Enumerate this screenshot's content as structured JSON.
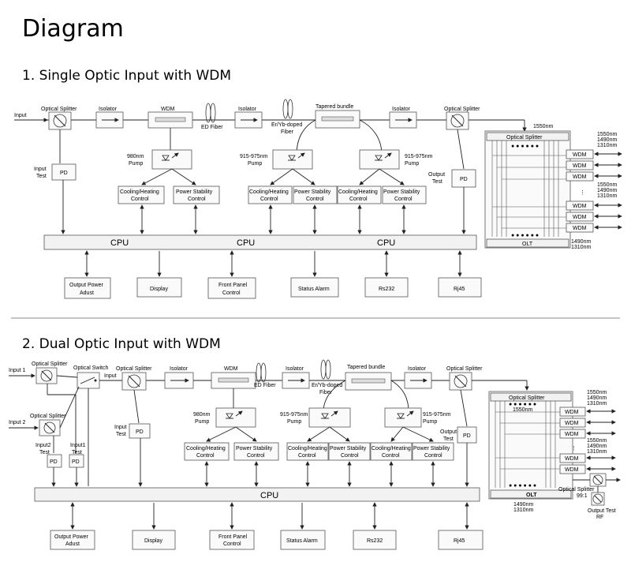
{
  "page_title": "Diagram",
  "section1": {
    "title": "1. Single Optic Input with WDM",
    "input": "Input",
    "input_test": [
      "Input",
      "Test"
    ],
    "optical_splitter": "Optical Splitter",
    "isolator": "Isolator",
    "wdm": "WDM",
    "ed_fiber": "ED Fiber",
    "er_yb_fiber": [
      "Er/Yb-doped",
      "Fiber"
    ],
    "tapered_bundle": "Tapered bundle",
    "pump_980": [
      "980nm",
      "Pump"
    ],
    "pump_915": [
      "915-975nm",
      "Pump"
    ],
    "pd": "PD",
    "cooling": [
      "Cooling/Heating",
      "Control"
    ],
    "power_stability": [
      "Power Stability",
      "Control"
    ],
    "output_test": [
      "Output",
      "Test"
    ],
    "cpu": "CPU",
    "bottom": [
      [
        "Output Power",
        "Adust"
      ],
      [
        "Display"
      ],
      [
        "Front Panel",
        "Control"
      ],
      [
        "Status Alarm"
      ],
      [
        "Rs232"
      ],
      [
        "Rj45"
      ]
    ],
    "olt_panel": {
      "wl_1550": "1550nm",
      "splitter": "Optical Splitter",
      "wdm": "WDM",
      "group_wl": [
        "1550nm",
        "1490nm",
        "1310nm"
      ],
      "olt": "OLT",
      "olt_wl": [
        "1490nm",
        "1310nm"
      ]
    }
  },
  "section2": {
    "title": "2. Dual Optic Input with WDM",
    "input1": "Input 1",
    "input2": "Input 2",
    "input": "Input",
    "optical_switch": "Optical Switch",
    "input1_test": [
      "Input1",
      "Test"
    ],
    "input2_test": [
      "Input2",
      "Test"
    ],
    "input_test": [
      "Input",
      "Test"
    ],
    "optical_splitter": "Optical Splitter",
    "isolator": "Isolator",
    "wdm": "WDM",
    "ed_fiber": "ED Fiber",
    "er_yb_fiber": [
      "Er/Yb-doped",
      "Fiber"
    ],
    "tapered_bundle": "Tapered bundle",
    "pump_980": [
      "980nm",
      "Pump"
    ],
    "pump_915": [
      "915-975nm",
      "Pump"
    ],
    "pd": "PD",
    "cooling": [
      "Cooling/Heating",
      "Control"
    ],
    "power_stability": [
      "Power Stability",
      "Control"
    ],
    "output_test": [
      "Output",
      "Test"
    ],
    "cpu": "CPU",
    "bottom": [
      [
        "Output Power",
        "Adust"
      ],
      [
        "Display"
      ],
      [
        "Front Panel",
        "Control"
      ],
      [
        "Status Alarm"
      ],
      [
        "Rs232"
      ],
      [
        "Rj45"
      ]
    ],
    "olt_panel": {
      "splitter": "Optical Splitter",
      "wl_1550": "1550nm",
      "wdm": "WDM",
      "group_wl": [
        "1550nm",
        "1490nm",
        "1310nm"
      ],
      "olt": "OLT",
      "olt_wl": [
        "1490nm",
        "1310nm"
      ],
      "splitter_99": [
        "Optical Splitter",
        "99:1"
      ],
      "output_test_rf": [
        "Output Test",
        "RF"
      ]
    }
  }
}
